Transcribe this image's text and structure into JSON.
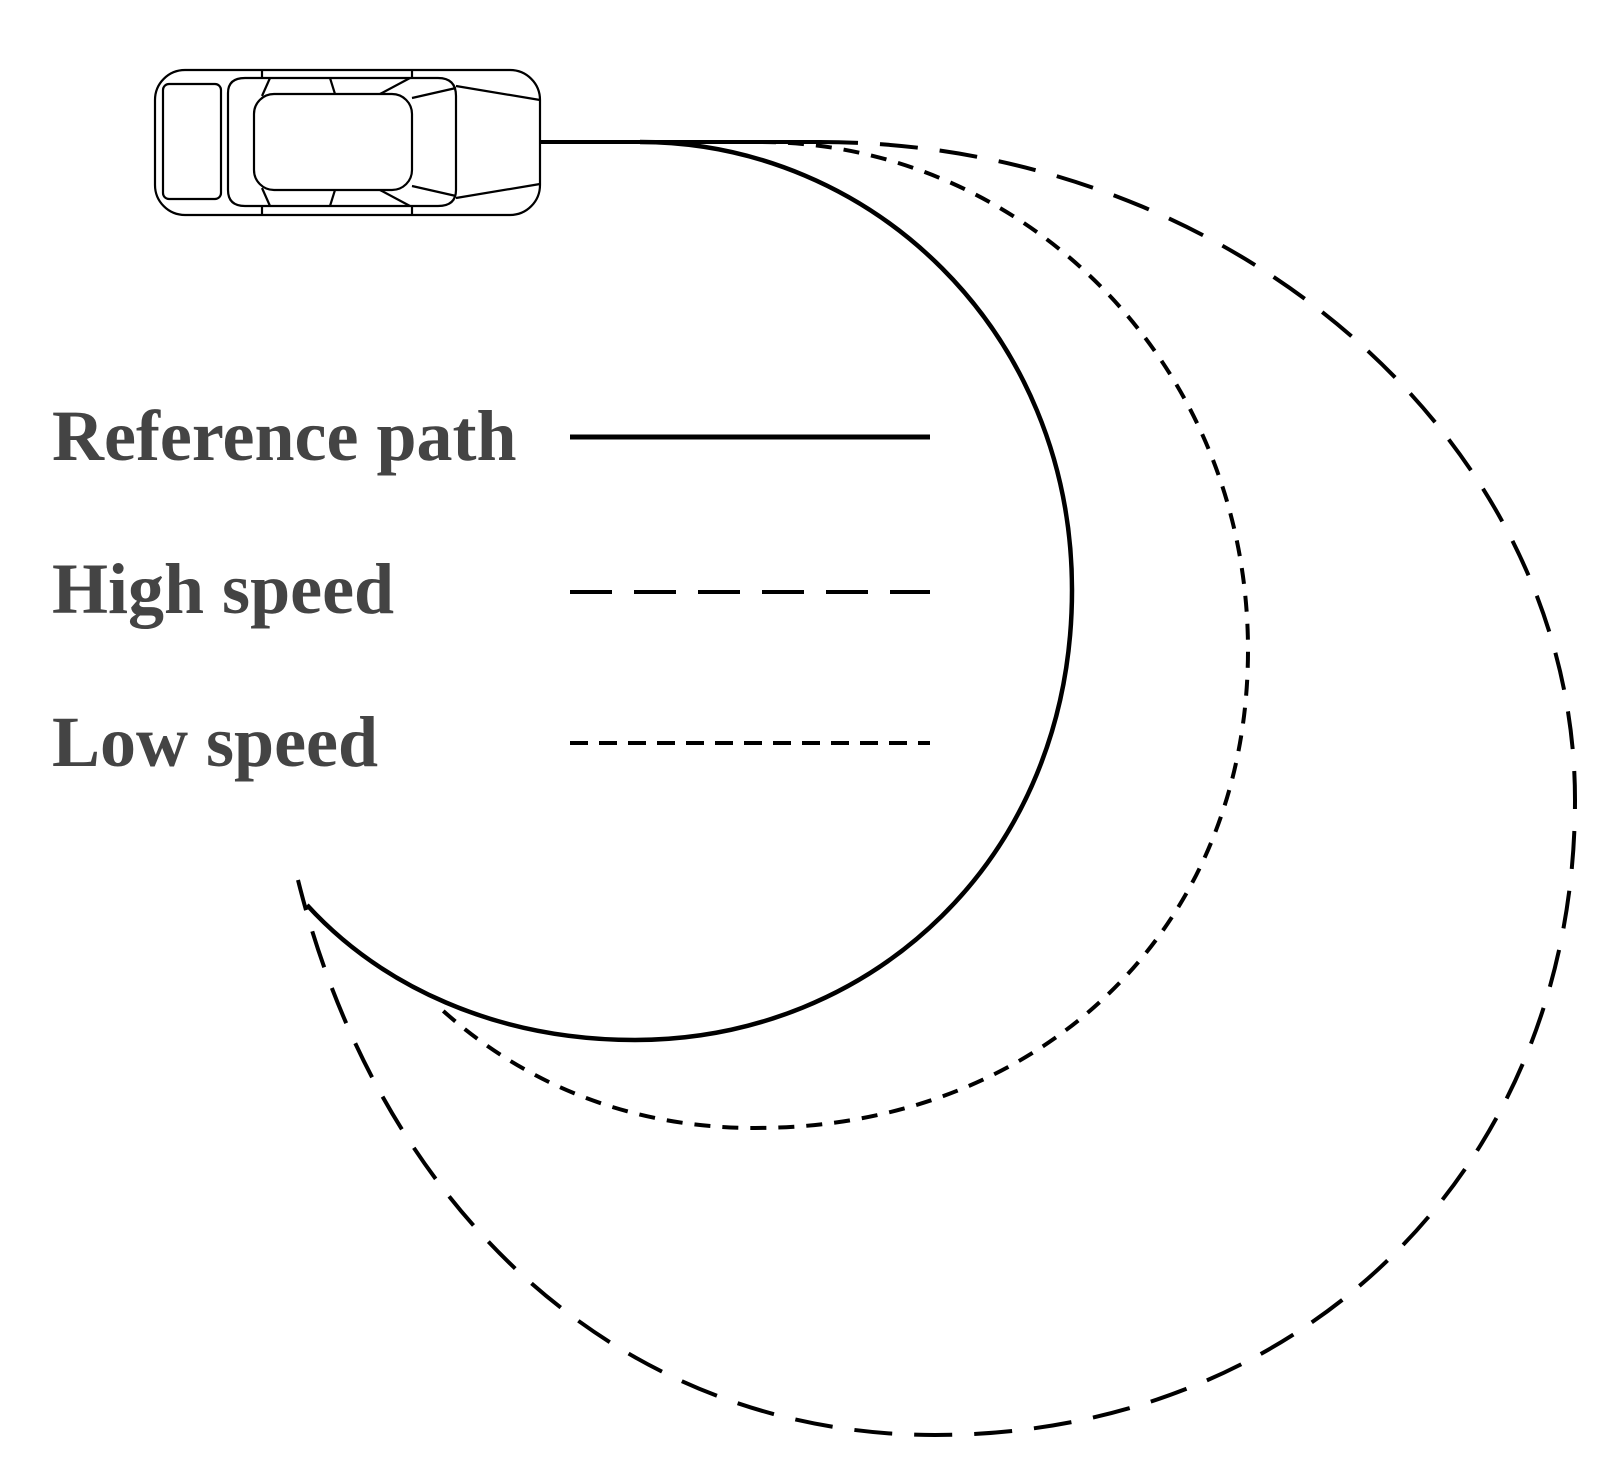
{
  "colors": {
    "background": "#ffffff",
    "stroke": "#000000",
    "label_text": "#444444"
  },
  "vehicle": {
    "icon": "car-top-view-icon"
  },
  "legend": {
    "items": [
      {
        "label": "Reference path",
        "line_style": "solid"
      },
      {
        "label": "High speed",
        "line_style": "long-dash"
      },
      {
        "label": "Low speed",
        "line_style": "short-dash"
      }
    ]
  }
}
